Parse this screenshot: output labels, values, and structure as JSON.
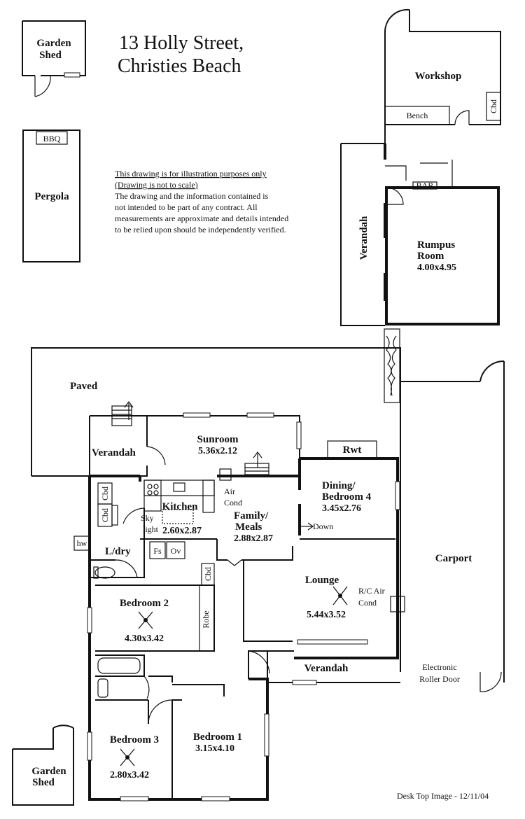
{
  "title": {
    "line1": "13 Holly Street,",
    "line2": "Christies Beach"
  },
  "disclaimer": {
    "line1": "This drawing is for illustration purposes only",
    "line2": "(Drawing is not to scale)",
    "line3": "The drawing and the information contained is",
    "line4": "not intended to be part of any contract.  All",
    "line5": "measurements are approximate and details intended",
    "line6": "to be relied upon should be independently verified."
  },
  "rooms": {
    "garden_shed_top": {
      "line1": "Garden",
      "line2": "Shed"
    },
    "pergola": {
      "name": "Pergola",
      "bbq": "BBQ"
    },
    "workshop": {
      "name": "Workshop",
      "bench": "Bench",
      "cbd": "Cbd"
    },
    "bar": "BAR",
    "verandah_rear": "Verandah",
    "rumpus": {
      "line1": "Rumpus",
      "line2": "Room",
      "dim": "4.00x4.95"
    },
    "paved": "Paved",
    "verandah_side": "Verandah",
    "sunroom": {
      "name": "Sunroom",
      "dim": "5.36x2.12"
    },
    "rwt": "Rwt",
    "dining": {
      "line1": "Dining/",
      "line2": "Bedroom 4",
      "dim": "3.45x2.76"
    },
    "kitchen": {
      "name": "Kitchen",
      "dim": "2.60x2.87",
      "sky1": "Sky",
      "sky2": "light"
    },
    "aircond": {
      "line1": "Air",
      "line2": "Cond"
    },
    "family": {
      "line1": "Family/",
      "line2": "Meals",
      "dim": "2.88x2.87"
    },
    "down": "Down",
    "cbd_a": "Cbd",
    "cbd_b": "Cbd",
    "cbd_c": "Cbd",
    "hw": "hw",
    "ldry": "L/dry",
    "fs": "Fs",
    "ov": "Ov",
    "carport": "Carport",
    "lounge": {
      "name": "Lounge",
      "dim": "5.44x3.52",
      "rc1": "R/C Air",
      "rc2": "Cond"
    },
    "bedroom2": {
      "name": "Bedroom 2",
      "dim": "4.30x3.42",
      "robe": "Robe"
    },
    "verandah_front": "Verandah",
    "roller_door": {
      "line1": "Electronic",
      "line2": "Roller Door"
    },
    "bedroom3": {
      "name": "Bedroom 3",
      "dim": "2.80x3.42"
    },
    "bedroom1": {
      "name": "Bedroom 1",
      "dim": "3.15x4.10"
    },
    "garden_shed_bottom": {
      "line1": "Garden",
      "line2": "Shed"
    }
  },
  "footer": "Desk Top Image -  12/11/04"
}
